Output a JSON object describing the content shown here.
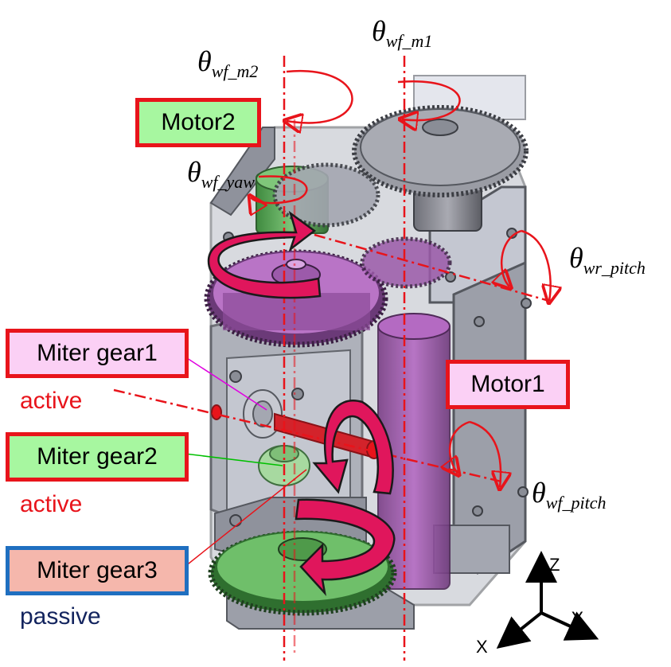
{
  "labels": {
    "motor2": "Motor2",
    "motor1": "Motor1",
    "miter_gear1": "Miter gear1",
    "miter_gear2": "Miter gear2",
    "miter_gear3": "Miter gear3"
  },
  "status": {
    "gear1": "active",
    "gear2": "active",
    "gear3": "passive"
  },
  "angles": {
    "symbol": "θ",
    "wf_m1": "wf_m1",
    "wf_m2": "wf_m2",
    "wf_yaw": "wf_yaw",
    "wr_pitch": "wr_pitch",
    "wf_pitch": "wf_pitch"
  },
  "axes": {
    "x": "X",
    "y": "Y",
    "z": "Z"
  },
  "colors": {
    "active_border": "#e8141b",
    "passive_border": "#1f6fc0",
    "active_text": "#e8141b",
    "passive_text": "#13245e",
    "motor_fill": "#a7f7a0",
    "motor1_fill": "#fbd0f5",
    "miter1_fill": "#fbd0f5",
    "miter2_fill": "#a7f7a0",
    "miter3_fill": "#f5b7ac",
    "rotation_arrow": "#e0165c",
    "axis_line": "#e8141b"
  }
}
